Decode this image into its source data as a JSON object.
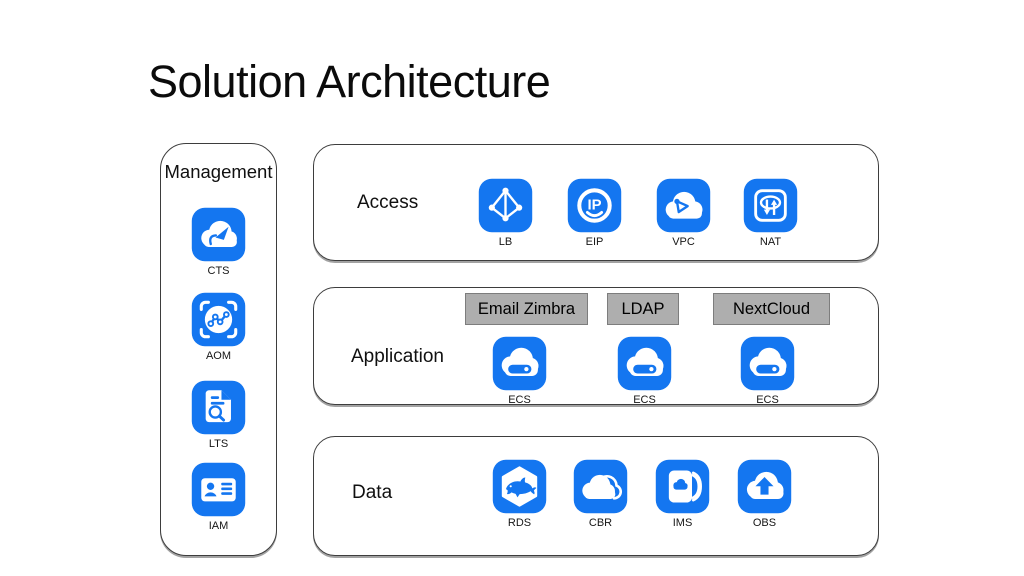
{
  "slide": {
    "title": "Solution Architecture"
  },
  "colors": {
    "icon_blue": "#1476F0",
    "tag_background": "#AEAEAE",
    "tag_border": "#7D7D7D",
    "panel_border": "#3D3D3D",
    "text": "#0D0D0D"
  },
  "management": {
    "label": "Management",
    "items": [
      {
        "label": "CTS",
        "icon": "cts-cloud-trace-icon"
      },
      {
        "label": "AOM",
        "icon": "aom-monitor-icon"
      },
      {
        "label": "LTS",
        "icon": "lts-log-icon"
      },
      {
        "label": "IAM",
        "icon": "iam-identity-icon"
      }
    ]
  },
  "layers": [
    {
      "label": "Access",
      "items": [
        {
          "label": "LB",
          "icon": "load-balancer-icon"
        },
        {
          "label": "EIP",
          "icon": "elastic-ip-icon"
        },
        {
          "label": "VPC",
          "icon": "vpc-cloud-icon"
        },
        {
          "label": "NAT",
          "icon": "nat-gateway-icon"
        }
      ]
    },
    {
      "label": "Application",
      "tags": [
        "Email Zimbra",
        "LDAP",
        "NextCloud"
      ],
      "items": [
        {
          "label": "ECS",
          "icon": "ecs-server-icon"
        },
        {
          "label": "ECS",
          "icon": "ecs-server-icon"
        },
        {
          "label": "ECS",
          "icon": "ecs-server-icon"
        }
      ]
    },
    {
      "label": "Data",
      "items": [
        {
          "label": "RDS",
          "icon": "rds-database-icon"
        },
        {
          "label": "CBR",
          "icon": "cbr-backup-icon"
        },
        {
          "label": "IMS",
          "icon": "ims-image-icon"
        },
        {
          "label": "OBS",
          "icon": "obs-storage-icon"
        }
      ]
    }
  ]
}
